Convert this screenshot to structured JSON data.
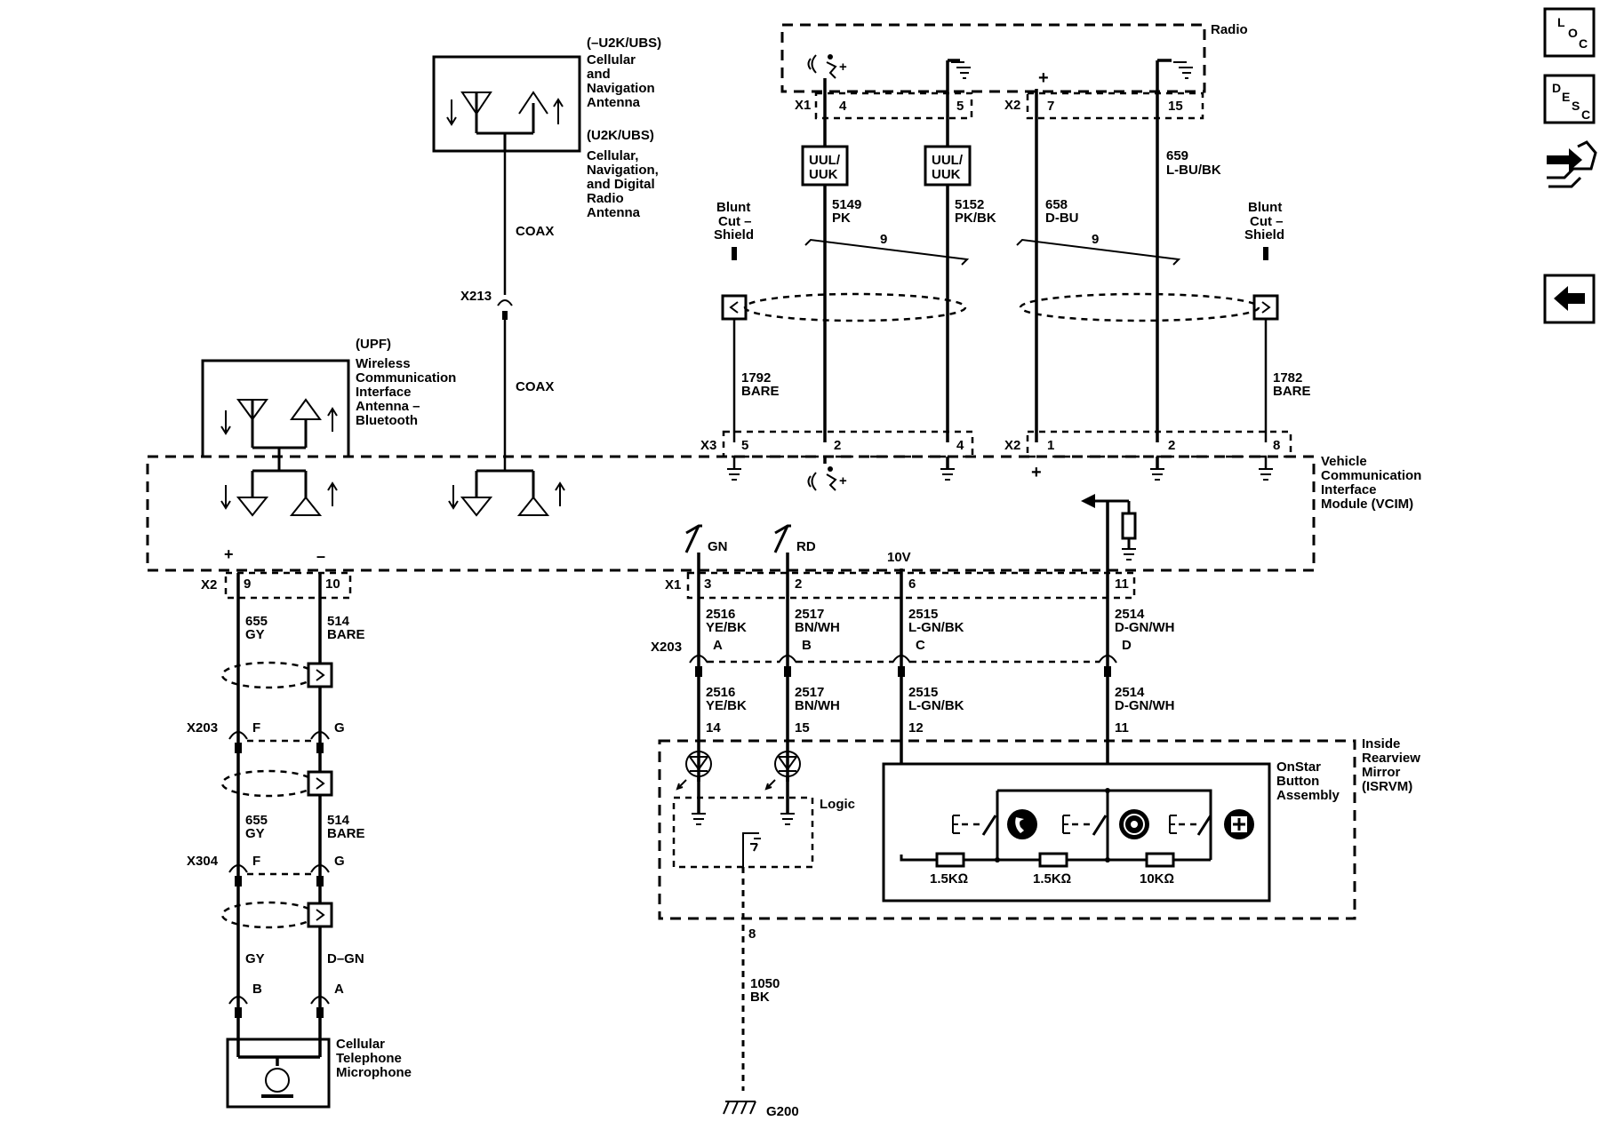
{
  "nav": {
    "loc": {
      "l": "L",
      "o": "O",
      "c": "C"
    },
    "desc": {
      "d": "D",
      "e": "E",
      "s": "S",
      "c": "C"
    }
  },
  "components": {
    "radio": "Radio",
    "antenna_nav": [
      "(–U2K/UBS)",
      "Cellular",
      "and",
      "Navigation",
      "Antenna"
    ],
    "antenna_dab": [
      "(U2K/UBS)",
      "Cellular,",
      "Navigation,",
      "and Digital",
      "Radio",
      "Antenna"
    ],
    "bt_antenna": [
      "(UPF)",
      "Wireless",
      "Communication",
      "Interface",
      "Antenna –",
      "Bluetooth"
    ],
    "vcim": [
      "Vehicle",
      "Communication",
      "Interface",
      "Module (VCIM)"
    ],
    "isrvm": [
      "Inside",
      "Rearview",
      "Mirror",
      "(ISRVM)"
    ],
    "onstar": [
      "OnStar",
      "Button",
      "Assembly"
    ],
    "logic": "Logic",
    "microphone": [
      "Cellular",
      "Telephone",
      "Microphone"
    ],
    "blunt_cut_left": [
      "Blunt",
      "Cut –",
      "Shield"
    ],
    "blunt_cut_right": [
      "Blunt",
      "Cut –",
      "Shield"
    ],
    "ground_g200": "G200"
  },
  "connectors": {
    "x1_top": "X1",
    "x2_top": "X2",
    "x3": "X3",
    "x2_mid": "X2",
    "x213": "X213",
    "x2_left": "X2",
    "x1_bottom": "X1",
    "x203_left": "X203",
    "x304": "X304",
    "x203_right": "X203"
  },
  "pins": {
    "radio_x1_4": "4",
    "radio_x1_5": "5",
    "radio_x2_7": "7",
    "radio_x2_15": "15",
    "vcim_x3_5": "5",
    "vcim_x3_2": "2",
    "vcim_x3_4": "4",
    "vcim_x2_1": "1",
    "vcim_x2_2": "2",
    "vcim_x2_8": "8",
    "vcim_x2_9": "9",
    "vcim_x2_10": "10",
    "vcim_x1_3": "3",
    "vcim_x1_2": "2",
    "vcim_x1_6": "6",
    "vcim_x1_11": "11",
    "x203_A": "A",
    "x203_B": "B",
    "x203_C": "C",
    "x203_D": "D",
    "isrvm_14": "14",
    "isrvm_15": "15",
    "isrvm_12": "12",
    "isrvm_11": "11",
    "isrvm_8": "8",
    "x203_F": "F",
    "x203_G": "G",
    "x304_F": "F",
    "x304_G": "G",
    "mic_B": "B",
    "mic_A": "A"
  },
  "labels": {
    "uul1": [
      "UUL/",
      "UUK"
    ],
    "uul2": [
      "UUL/",
      "UUK"
    ],
    "twist_left": "9",
    "twist_right": "9",
    "coax_top": "COAX",
    "coax_bottom": "COAX",
    "gn": "GN",
    "rd": "RD",
    "v10": "10V",
    "plus_x2": "+",
    "minus_x2": "–",
    "plus_top": "+",
    "plus_mid": "+"
  },
  "wires": {
    "w5149": [
      "5149",
      "PK"
    ],
    "w5152": [
      "5152",
      "PK/BK"
    ],
    "w658": [
      "658",
      "D-BU"
    ],
    "w659": [
      "659",
      "L-BU/BK"
    ],
    "w1792": [
      "1792",
      "BARE"
    ],
    "w1782": [
      "1782",
      "BARE"
    ],
    "w655a": [
      "655",
      "GY"
    ],
    "w514a": [
      "514",
      "BARE"
    ],
    "w655b": [
      "655",
      "GY"
    ],
    "w514b": [
      "514",
      "BARE"
    ],
    "w_gy": "GY",
    "w_dgn": "D–GN",
    "w2516a": [
      "2516",
      "YE/BK"
    ],
    "w2517a": [
      "2517",
      "BN/WH"
    ],
    "w2515a": [
      "2515",
      "L-GN/BK"
    ],
    "w2514a": [
      "2514",
      "D-GN/WH"
    ],
    "w2516b": [
      "2516",
      "YE/BK"
    ],
    "w2517b": [
      "2517",
      "BN/WH"
    ],
    "w2515b": [
      "2515",
      "L-GN/BK"
    ],
    "w2514b": [
      "2514",
      "D-GN/WH"
    ],
    "w1050": [
      "1050",
      "BK"
    ]
  },
  "resistors": {
    "r1": "1.5KΩ",
    "r2": "1.5KΩ",
    "r3": "10KΩ"
  }
}
